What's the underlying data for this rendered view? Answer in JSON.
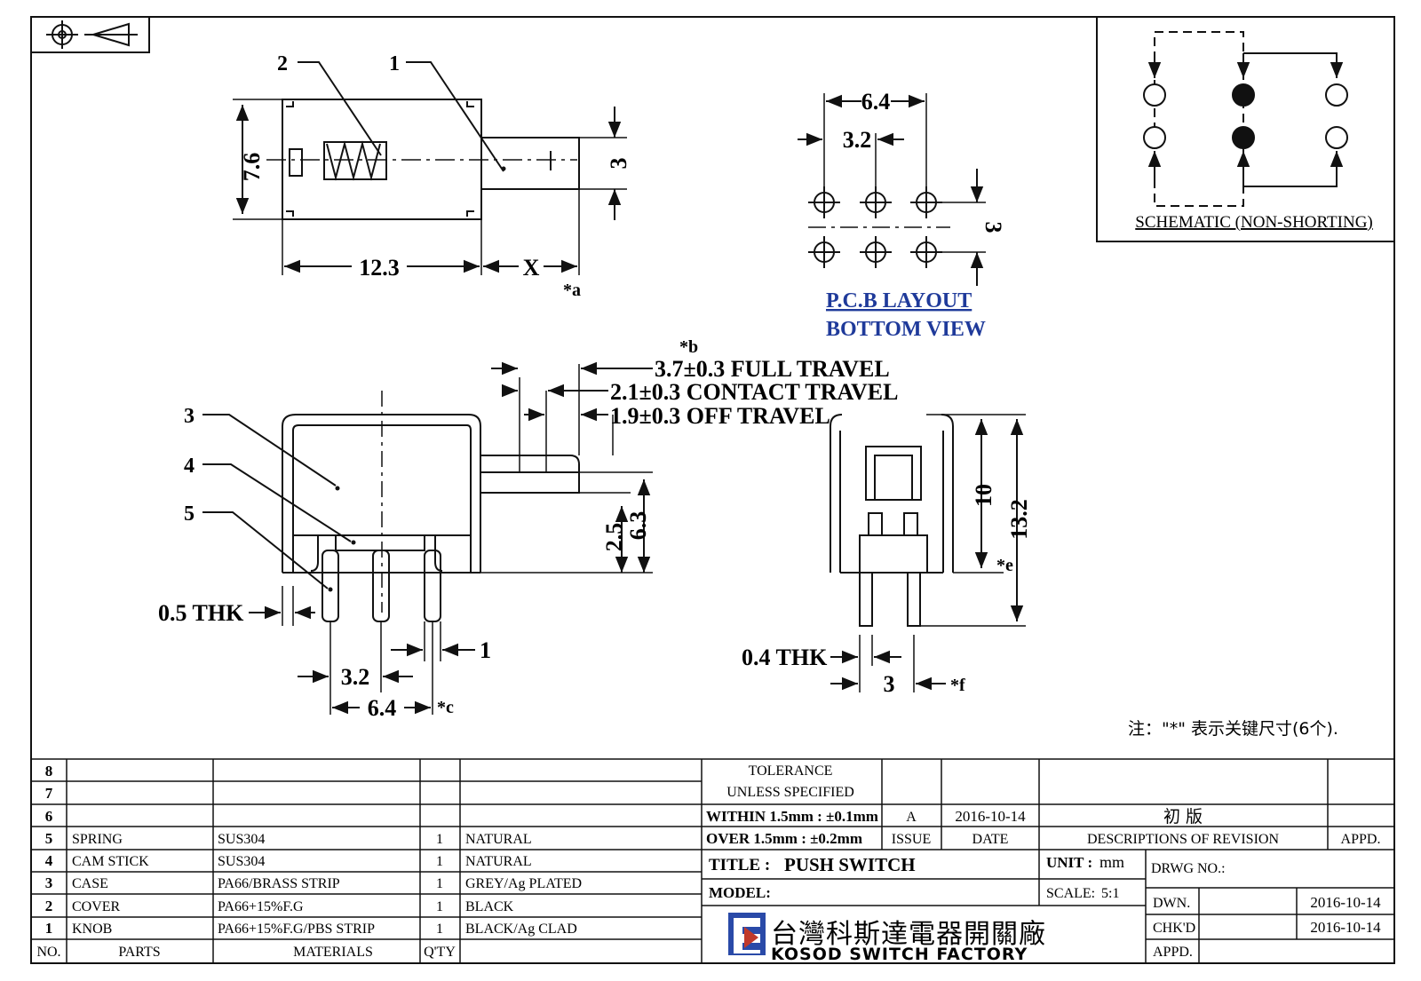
{
  "callouts": [
    "1",
    "2",
    "3",
    "4",
    "5"
  ],
  "top_view": {
    "height": "7.6",
    "knob_dia": "3",
    "body_len": "12.3",
    "x_label": "X",
    "x_note": "*a"
  },
  "pcb": {
    "title_line1": "P.C.B LAYOUT",
    "title_line2": "BOTTOM VIEW",
    "pitch_total": "6.4",
    "pitch": "3.2",
    "row_pitch": "3"
  },
  "schematic": {
    "title": "SCHEMATIC (NON-SHORTING)"
  },
  "travel": {
    "note": "*b",
    "full": "3.7±0.3 FULL TRAVEL",
    "contact": "2.1±0.3 CONTACT TRAVEL",
    "off": "1.9±0.3 OFF TRAVEL"
  },
  "side_view": {
    "knob_h": "2.5",
    "knob_top": "6.3",
    "thk": "0.5 THK",
    "pitch": "3.2",
    "pitch_total": "6.4",
    "c_note": "*c",
    "pin_gap": "1"
  },
  "end_view": {
    "h1": "10",
    "h2": "13.2",
    "e_note": "*e",
    "thk": "0.4 THK",
    "row": "3",
    "f_note": "*f"
  },
  "note": "注：\"*\"  表示关键尺寸(6个).",
  "bom": {
    "rows": [
      {
        "no": "8",
        "part": "",
        "material": "",
        "qty": "",
        "finish": ""
      },
      {
        "no": "7",
        "part": "",
        "material": "",
        "qty": "",
        "finish": ""
      },
      {
        "no": "6",
        "part": "",
        "material": "",
        "qty": "",
        "finish": ""
      },
      {
        "no": "5",
        "part": "SPRING",
        "material": "SUS304",
        "qty": "1",
        "finish": "NATURAL"
      },
      {
        "no": "4",
        "part": "CAM STICK",
        "material": "SUS304",
        "qty": "1",
        "finish": "NATURAL"
      },
      {
        "no": "3",
        "part": "CASE",
        "material": "PA66/BRASS STRIP",
        "qty": "1",
        "finish": "GREY/Ag PLATED"
      },
      {
        "no": "2",
        "part": "COVER",
        "material": "PA66+15%F.G",
        "qty": "1",
        "finish": "BLACK"
      },
      {
        "no": "1",
        "part": "KNOB",
        "material": "PA66+15%F.G/PBS STRIP",
        "qty": "1",
        "finish": "BLACK/Ag CLAD"
      }
    ],
    "header": {
      "no": "NO.",
      "part": "PARTS",
      "material": "MATERIALS",
      "qty": "Q'TY"
    }
  },
  "tolerance": {
    "line1": "TOLERANCE",
    "line2": "UNLESS  SPECIFIED",
    "line3": "WITHIN 1.5mm : ±0.1mm",
    "line4": "OVER 1.5mm : ±0.2mm"
  },
  "revision": {
    "issue": "A",
    "date": "2016-10-14",
    "desc": "初  版",
    "h_issue": "ISSUE",
    "h_date": "DATE",
    "h_desc": "DESCRIPTIONS OF REVISION",
    "h_appd": "APPD."
  },
  "title_block": {
    "title_label": "TITLE :",
    "title": "PUSH SWITCH",
    "unit_label": "UNIT :",
    "unit": "mm",
    "model_label": "MODEL:",
    "scale_label": "SCALE:",
    "scale": "5:1",
    "drwg_label": "DRWG NO.:",
    "dwn_label": "DWN.",
    "dwn_date": "2016-10-14",
    "chkd_label": "CHK'D",
    "chkd_date": "2016-10-14",
    "appd_label": "APPD.",
    "company_cn": "台灣科斯達電器開關廠",
    "company_en": "KOSOD SWITCH FACTORY"
  }
}
